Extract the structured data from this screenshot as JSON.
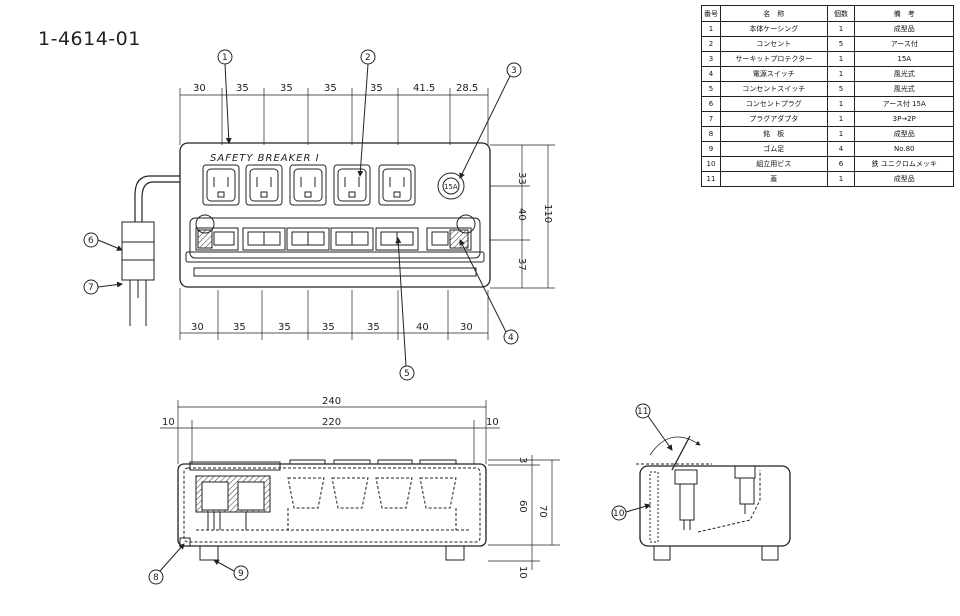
{
  "document_id": "1-4614-01",
  "parts_table": {
    "headers": [
      "番号",
      "名　称",
      "個数",
      "備　考"
    ],
    "rows": [
      [
        "1",
        "本体ケーシング",
        "1",
        "成型品"
      ],
      [
        "2",
        "コンセント",
        "5",
        "アース付"
      ],
      [
        "3",
        "サーキットプロテクター",
        "1",
        "15A"
      ],
      [
        "4",
        "電源スイッチ",
        "1",
        "風光式"
      ],
      [
        "5",
        "コンセントスイッチ",
        "5",
        "風光式"
      ],
      [
        "6",
        "コンセントプラグ",
        "1",
        "アース付 15A"
      ],
      [
        "7",
        "プラグアダプタ",
        "1",
        "3P→2P"
      ],
      [
        "8",
        "銘　板",
        "1",
        "成型品"
      ],
      [
        "9",
        "ゴム足",
        "4",
        "No.80"
      ],
      [
        "10",
        "組立用ビス",
        "6",
        "鉄 ユニクロムメッキ"
      ],
      [
        "11",
        "蓋",
        "1",
        "成型品"
      ]
    ]
  },
  "top_view": {
    "nameplate": "SAFETY BREAKER I",
    "breaker_label": "15A",
    "top_dims": [
      "30",
      "35",
      "35",
      "35",
      "35",
      "41.5",
      "28.5"
    ],
    "bottom_dims": [
      "30",
      "35",
      "35",
      "35",
      "35",
      "40",
      "30"
    ],
    "right_dims": [
      "33",
      "40",
      "37"
    ],
    "overall_height": "110",
    "callouts": [
      "1",
      "2",
      "3",
      "4",
      "5",
      "6",
      "7"
    ]
  },
  "front_view": {
    "overall_width": "240",
    "inner_width": "220",
    "side_left": "10",
    "side_right": "10",
    "dim_top": "3",
    "dim_60": "60",
    "dim_70": "70",
    "dim_foot": "10",
    "callouts": [
      "8",
      "9"
    ]
  },
  "side_view": {
    "callouts": [
      "11",
      "10"
    ]
  }
}
